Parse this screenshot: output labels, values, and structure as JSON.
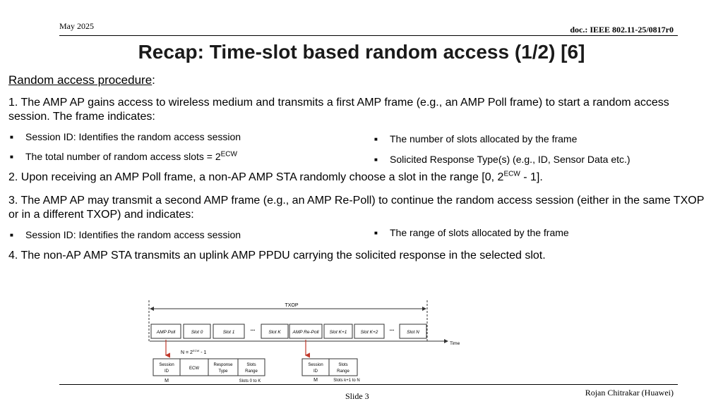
{
  "header": {
    "date": "May 2025",
    "doc_id": "doc.: IEEE 802.11-25/0817r0"
  },
  "title": "Recap: Time-slot based random access (1/2)  [6]",
  "subtitle": {
    "text": "Random access procedure",
    "suffix": ":"
  },
  "step1": {
    "text": "1. The AMP AP gains access to wireless medium and transmits a first AMP frame (e.g., an AMP Poll frame) to start a random access session. The frame indicates:",
    "bullets_left": [
      "Session ID: Identifies the random access session",
      "The total number of random access slots = 2"
    ],
    "bullet_sup": "ECW",
    "bullets_right": [
      "The number of slots allocated by the frame",
      "Solicited Response Type(s) (e.g., ID, Sensor Data etc.)"
    ]
  },
  "step2": {
    "prefix": "2. Upon receiving an AMP Poll frame, a non-AP AMP STA randomly choose a slot in the range [0, 2",
    "sup": "ECW",
    "suffix": " - 1]."
  },
  "step3": {
    "text": "3. The AMP AP may transmit a second AMP frame (e.g., an AMP Re-Poll) to continue the random access session (either in the same TXOP or in a different TXOP) and indicates:",
    "bullet_left": "Session ID: Identifies the random access session",
    "bullet_right": "The range of slots allocated by the frame"
  },
  "step4": {
    "text": "4. The non-AP AMP STA transmits an uplink AMP PPDU carrying the solicited response in the selected slot."
  },
  "diagram": {
    "txop_label": "TXOP",
    "time_label": "Time",
    "slots": [
      "AMP Poll",
      "Slot 0",
      "Slot 1",
      "...",
      "Slot K",
      "AMP Re-Poll",
      "Slot K+1",
      "Slot K+2",
      "...",
      "Slot N"
    ],
    "n_formula": {
      "prefix": "N = 2",
      "sup": "ECW",
      "suffix": " - 1"
    },
    "poll_fields": [
      {
        "line1": "Session",
        "line2": "ID"
      },
      {
        "line1": "ECW",
        "line2": ""
      },
      {
        "line1": "Response",
        "line2": "Type"
      },
      {
        "line1": "Slots",
        "line2": "Range"
      }
    ],
    "poll_m": "M",
    "poll_range": "Slots 0 to K",
    "repoll_fields": [
      {
        "line1": "Session",
        "line2": "ID"
      },
      {
        "line1": "Slots",
        "line2": "Range"
      }
    ],
    "repoll_m": "M",
    "repoll_range": "Slots k+1 to N"
  },
  "footer": {
    "slide": "Slide 3",
    "author": "Rojan Chitrakar (Huawei)"
  }
}
